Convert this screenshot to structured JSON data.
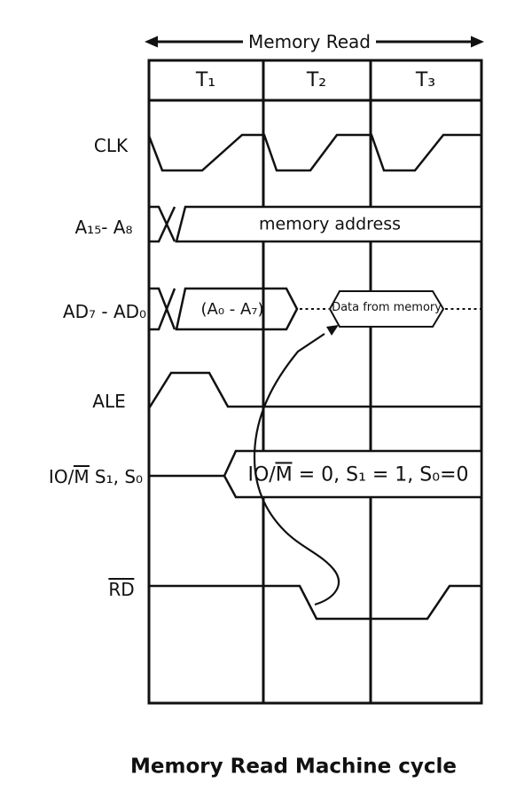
{
  "header": {
    "range_label": "Memory Read"
  },
  "columns": [
    {
      "label": "T₁"
    },
    {
      "label": "T₂"
    },
    {
      "label": "T₃"
    }
  ],
  "signals": {
    "clk": {
      "label": "CLK"
    },
    "a_high": {
      "label": "A₁₅- A₈",
      "bus_text": "memory address"
    },
    "ad": {
      "label": "AD₇ -  AD₀",
      "addr_text": "(A₀ - A₇)",
      "data_text": "Data from memory"
    },
    "ale": {
      "label": "ALE"
    },
    "iom": {
      "label_pre": "IO/",
      "label_over": "M",
      "label_post": " S₁, S₀",
      "bus_pre": "IO/",
      "bus_over": "M",
      "bus_post": " = 0, S₁ = 1, S₀=0"
    },
    "rd": {
      "label_over": "RD"
    }
  },
  "title": "Memory Read Machine cycle",
  "colors": {
    "ink": "#111111",
    "background": "#ffffff"
  }
}
